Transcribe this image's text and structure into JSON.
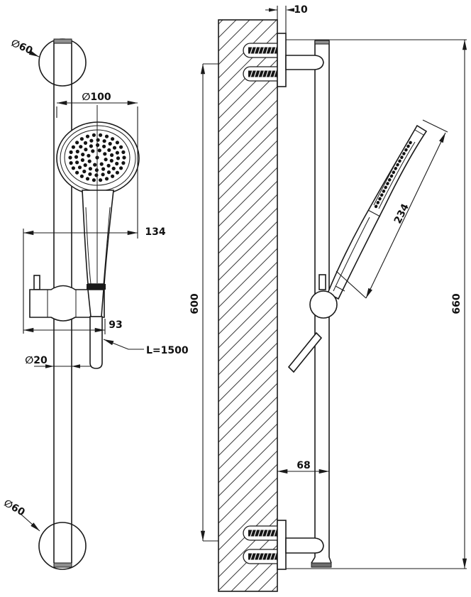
{
  "drawing": {
    "front_view": {
      "top_flange_diameter": "∅60",
      "head_diameter": "∅100",
      "head_offset": "134",
      "slider_width": "93",
      "rail_diameter": "∅20",
      "hose_length": "L=1500",
      "bottom_flange_diameter": "∅60"
    },
    "side_view": {
      "plate_offset": "10",
      "bracket_spacing": "600",
      "overall_height": "660",
      "handshower_length": "234",
      "wall_clearance": "68"
    },
    "colors": {
      "line": "#1a1a1a",
      "cap_fill": "#8f8f8f",
      "background": "#ffffff"
    }
  }
}
